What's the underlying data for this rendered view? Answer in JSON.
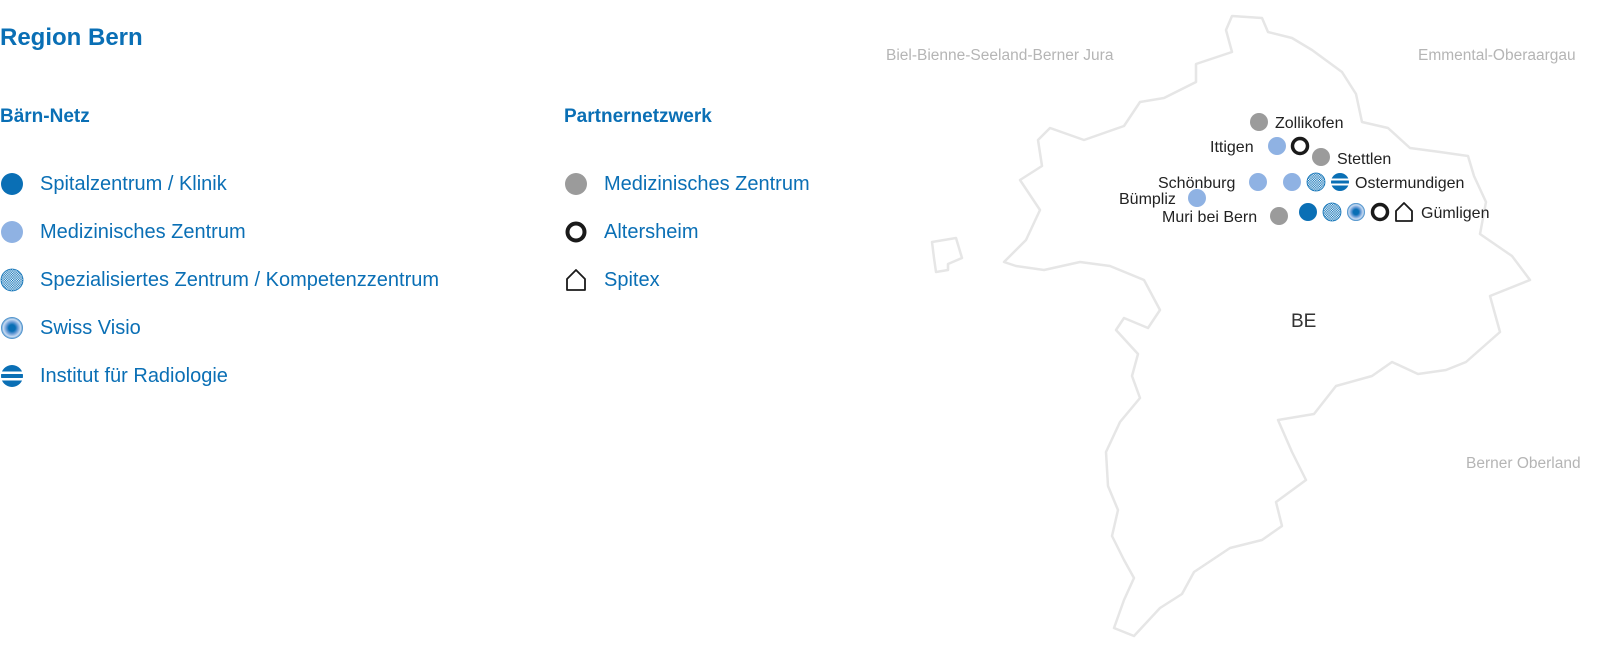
{
  "title": "Region Bern",
  "baern_netz": {
    "heading": "Bärn-Netz",
    "items": [
      {
        "label": "Spitalzentrum / Klinik",
        "icon": "solid-circle-icon"
      },
      {
        "label": "Medizinisches Zentrum",
        "icon": "light-circle-icon"
      },
      {
        "label": "Spezialisiertes Zentrum / Kompetenzzentrum",
        "icon": "checkered-circle-icon"
      },
      {
        "label": "Swiss Visio",
        "icon": "radial-circle-icon"
      },
      {
        "label": "Institut für Radiologie",
        "icon": "striped-circle-icon"
      }
    ]
  },
  "partnernetzwerk": {
    "heading": "Partnernetzwerk",
    "items": [
      {
        "label": "Medizinisches Zentrum",
        "icon": "gray-circle-icon"
      },
      {
        "label": "Altersheim",
        "icon": "ring-icon"
      },
      {
        "label": "Spitex",
        "icon": "house-icon"
      }
    ]
  },
  "map": {
    "regions": {
      "north_west": "Biel-Bienne-Seeland-Berner Jura",
      "north_east": "Emmental-Oberaargau",
      "south_east": "Berner Oberland",
      "center": "BE"
    },
    "places": {
      "zollikofen": "Zollikofen",
      "ittigen": "Ittigen",
      "stettlen": "Stettlen",
      "schoenburg": "Schönburg",
      "ostermundigen": "Ostermundigen",
      "buempliz": "Bümpliz",
      "muri": "Muri bei Bern",
      "guemligen": "Gümligen"
    }
  },
  "colors": {
    "brand_blue": "#0a6fb5",
    "light_blue": "#8fb2e3",
    "gray": "#9b9b9b",
    "black": "#1a1a1a",
    "border": "#e6e6e6",
    "region_label": "#b5b5b5"
  }
}
